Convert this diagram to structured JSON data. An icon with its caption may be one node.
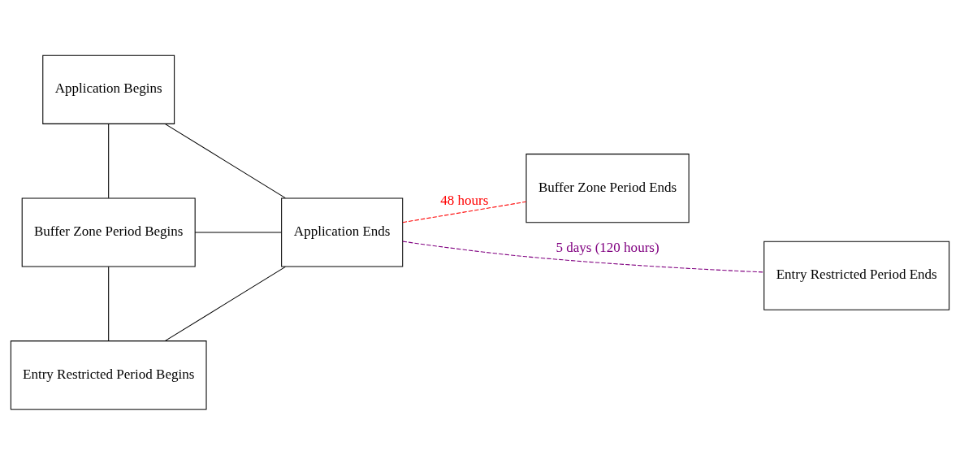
{
  "diagram": {
    "nodes": [
      {
        "text": [
          "Application Begins"
        ]
      },
      {
        "text": [
          "Buffer Zone Period Begins"
        ]
      },
      {
        "text": [
          "Entry Restricted Period Begins"
        ]
      },
      {
        "text": [
          "Application Ends"
        ]
      },
      {
        "text": [
          "Buffer Zone Period Ends"
        ]
      },
      {
        "text": [
          "Entry Restricted Period Ends"
        ]
      }
    ],
    "edges": [
      {
        "from": 0,
        "to": 1,
        "arrow": "none"
      },
      {
        "from": 1,
        "to": 2,
        "arrow": "none"
      },
      {
        "from": 0,
        "to": 3,
        "arrow": "none"
      },
      {
        "from": 1,
        "to": 3,
        "arrow": "none"
      },
      {
        "from": 2,
        "to": 3,
        "arrow": "none"
      },
      {
        "from": 3,
        "to": 4,
        "arrow": "none",
        "label": "48 hours",
        "style": "dashed",
        "color": "#ff0000"
      },
      {
        "from": 3,
        "to": 5,
        "arrow": "none",
        "label": "5 days (120 hours)",
        "style": "dashed",
        "color": "#800080"
      }
    ]
  }
}
